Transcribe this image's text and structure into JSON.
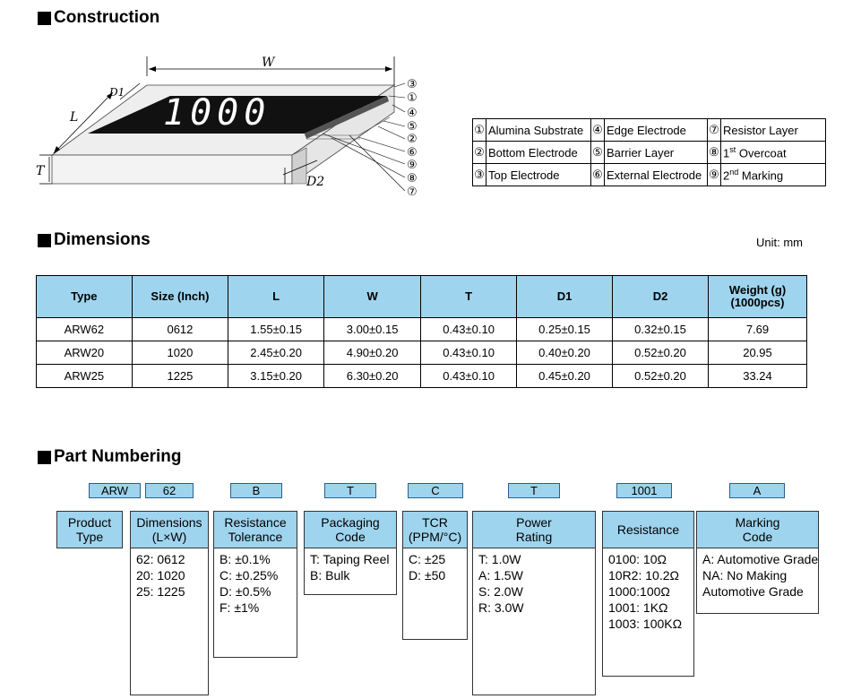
{
  "construction": {
    "title": "Construction",
    "diagram": {
      "marking_text": "1000",
      "dim_w": "W",
      "dim_l": "L",
      "dim_t": "T",
      "dim_d1": "D1",
      "dim_d2": "D2",
      "callouts": [
        "③",
        "①",
        "④",
        "⑤",
        "②",
        "⑥",
        "⑨",
        "⑧",
        "⑦"
      ]
    },
    "legend": [
      [
        {
          "num": "①",
          "text": "Alumina Substrate"
        },
        {
          "num": "④",
          "text": "Edge Electrode"
        },
        {
          "num": "⑦",
          "text": "Resistor Layer"
        }
      ],
      [
        {
          "num": "②",
          "text": "Bottom Electrode"
        },
        {
          "num": "⑤",
          "text": "Barrier Layer"
        },
        {
          "num": "⑧",
          "text": "1st Overcoat"
        }
      ],
      [
        {
          "num": "③",
          "text": "Top Electrode"
        },
        {
          "num": "⑥",
          "text": "External Electrode"
        },
        {
          "num": "⑨",
          "text": "2nd Marking"
        }
      ]
    ]
  },
  "dimensions": {
    "title": "Dimensions",
    "unit": "Unit: mm",
    "headers": [
      "Type",
      "Size (Inch)",
      "L",
      "W",
      "T",
      "D1",
      "D2",
      "Weight (g) (1000pcs)"
    ],
    "rows": [
      [
        "ARW62",
        "0612",
        "1.55±0.15",
        "3.00±0.15",
        "0.43±0.10",
        "0.25±0.15",
        "0.32±0.15",
        "7.69"
      ],
      [
        "ARW20",
        "1020",
        "2.45±0.20",
        "4.90±0.20",
        "0.43±0.10",
        "0.40±0.20",
        "0.52±0.20",
        "20.95"
      ],
      [
        "ARW25",
        "1225",
        "3.15±0.20",
        "6.30±0.20",
        "0.43±0.10",
        "0.45±0.20",
        "0.52±0.20",
        "33.24"
      ]
    ]
  },
  "part_numbering": {
    "title": "Part Numbering",
    "fields": [
      {
        "code": "ARW",
        "header": [
          "Product",
          "Type"
        ],
        "items": []
      },
      {
        "code": "62",
        "header": [
          "Dimensions",
          "(L×W)"
        ],
        "items": [
          "62: 0612",
          "20: 1020",
          "25: 1225"
        ]
      },
      {
        "code": "B",
        "header": [
          "Resistance",
          "Tolerance"
        ],
        "items": [
          "B: ±0.1%",
          "C: ±0.25%",
          "D: ±0.5%",
          "F: ±1%"
        ]
      },
      {
        "code": "T",
        "header": [
          "Packaging",
          "Code"
        ],
        "items": [
          "T: Taping Reel",
          "B: Bulk"
        ]
      },
      {
        "code": "C",
        "header": [
          "TCR",
          "(PPM/°C)"
        ],
        "items": [
          "C: ±25",
          "D: ±50"
        ]
      },
      {
        "code": "T",
        "header": [
          "Power",
          "Rating"
        ],
        "items": [
          "T: 1.0W",
          "A: 1.5W",
          "S: 2.0W",
          "R: 3.0W"
        ]
      },
      {
        "code": "1001",
        "header": [
          "Resistance",
          ""
        ],
        "items": [
          "0100: 10Ω",
          "10R2: 10.2Ω",
          "1000:100Ω",
          "1001: 1KΩ",
          "1003: 100KΩ"
        ]
      },
      {
        "code": "A",
        "header": [
          "Marking",
          "Code"
        ],
        "items": [
          "A: Automotive Grade",
          "NA: No Making",
          "Automotive Grade"
        ]
      }
    ]
  }
}
